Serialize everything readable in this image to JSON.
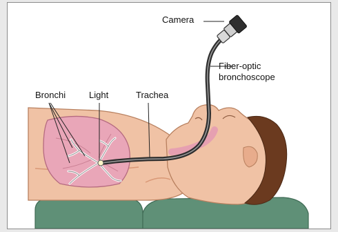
{
  "labels": {
    "camera": "Camera",
    "scope_line1": "Fiber-optic",
    "scope_line2": "bronchoscope",
    "bronchi": "Bronchi",
    "light": "Light",
    "trachea": "Trachea"
  },
  "colors": {
    "skin": "#f0c2a5",
    "skin_shadow": "#d99876",
    "lung": "#e9a6b8",
    "hair": "#6b3a1f",
    "pillow": "#5f9077",
    "scope": "#3b3b3b",
    "background": "#e9e9e9"
  }
}
